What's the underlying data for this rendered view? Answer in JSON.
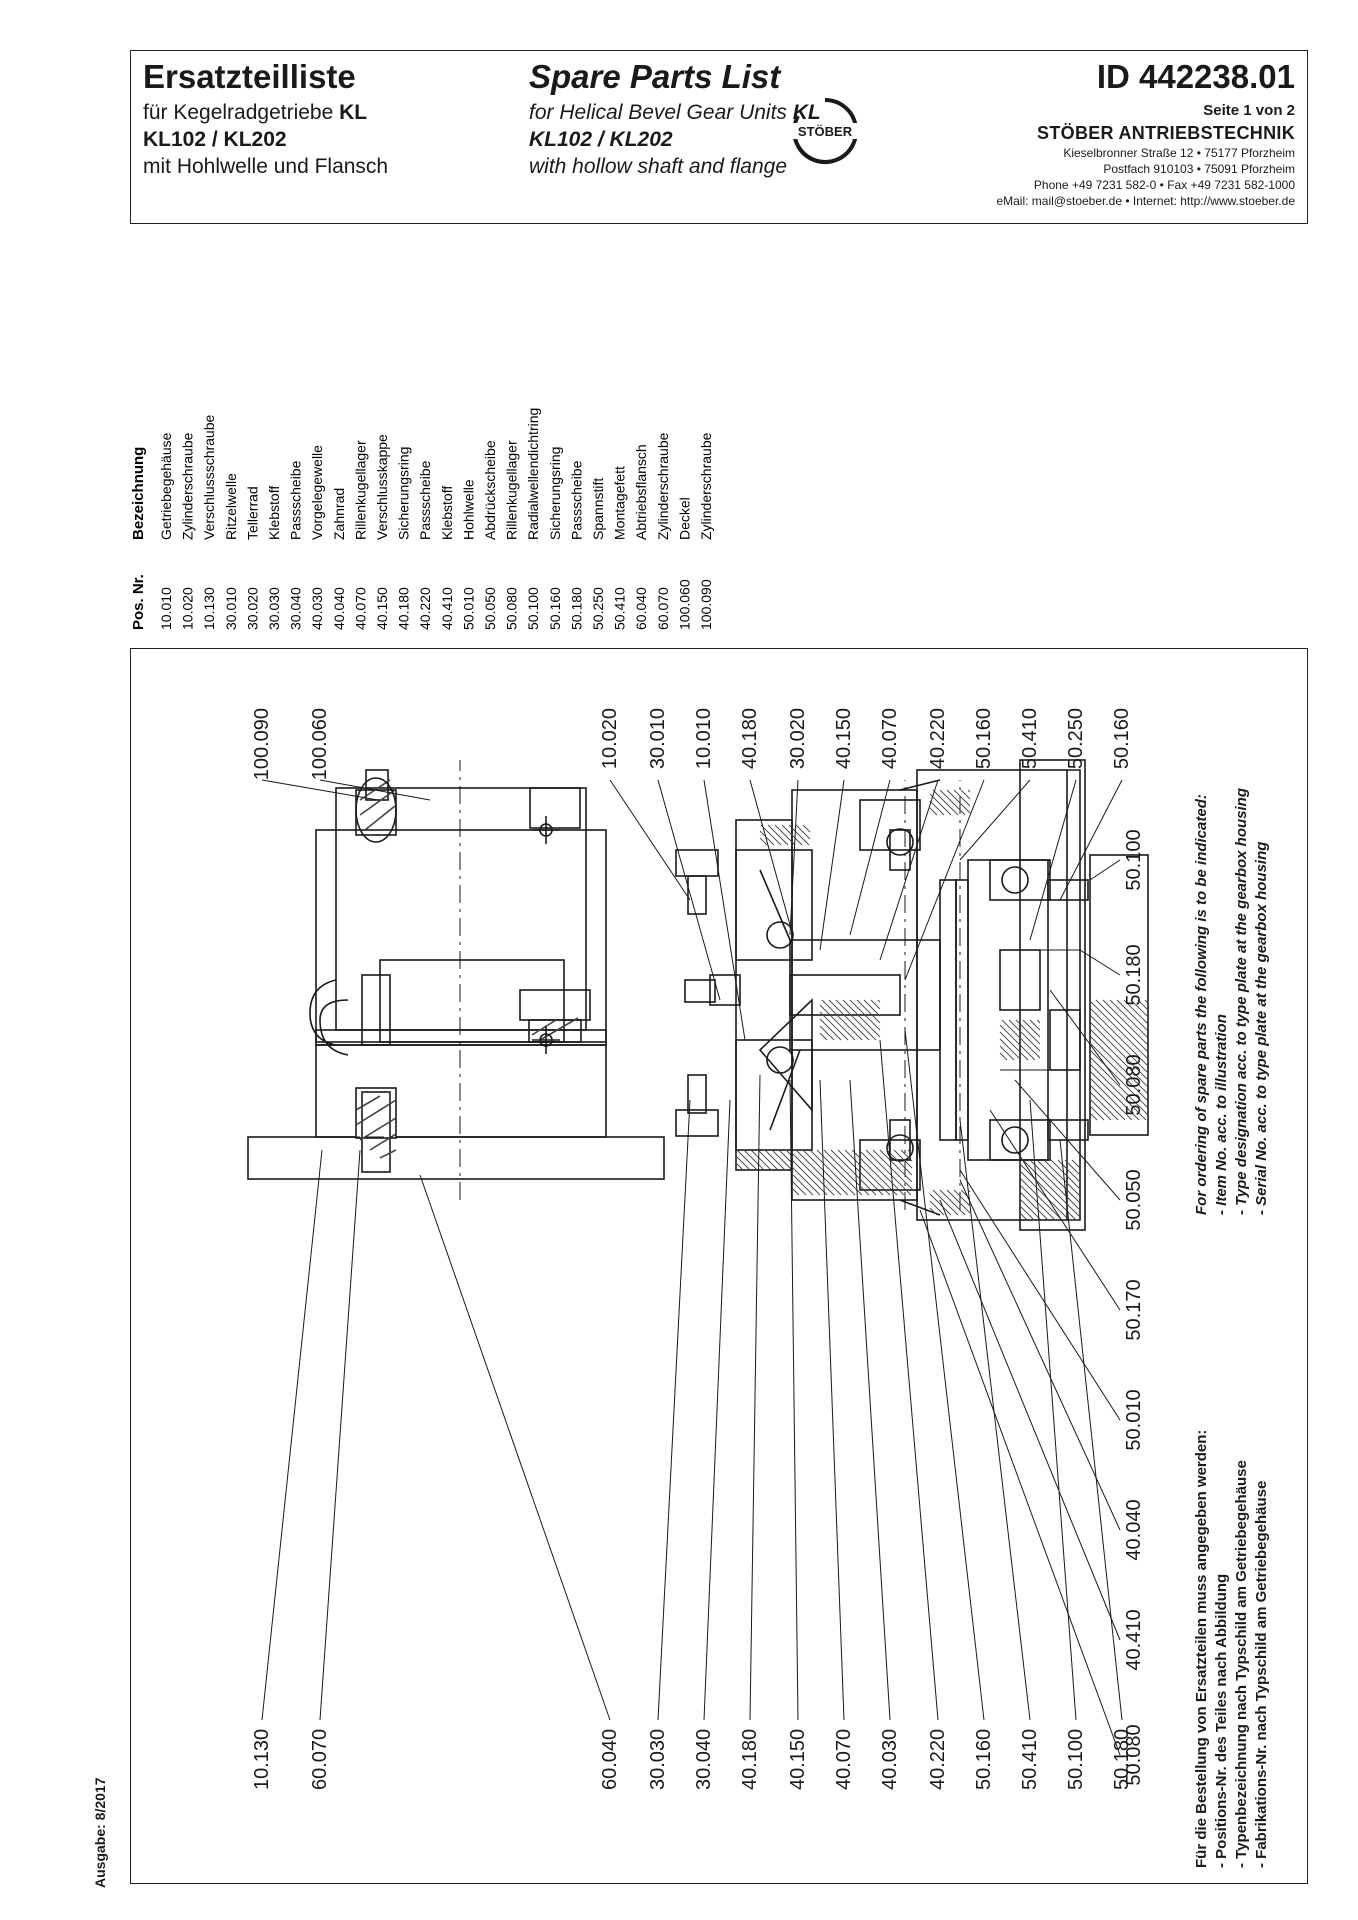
{
  "header": {
    "de_title": "Ersatzteilliste",
    "de_line1_pre": "für Kegelradgetriebe ",
    "de_line1_bold": "KL",
    "de_line2": "KL102 / KL202",
    "de_line3": "mit Hohlwelle und Flansch",
    "en_title": "Spare Parts List",
    "en_line1_pre": "for Helical Bevel Gear Units ",
    "en_line1_bold": "KL",
    "en_line2": "KL102 / KL202",
    "en_line3": "with hollow shaft and flange",
    "id": "ID 442238.01",
    "page": "Seite 1 von 2",
    "company": "STÖBER ANTRIEBSTECHNIK",
    "logo_text": "STÖBER",
    "address1": "Kieselbronner Straße 12 • 75177 Pforzheim",
    "address2": "Postfach 910103 • 75091 Pforzheim",
    "address3": "Phone +49 7231 582-0 • Fax +49 7231 582-1000",
    "address4": "eMail: mail@stoeber.de • Internet: http://www.stoeber.de"
  },
  "edition": "Ausgabe: 8/2017",
  "parts_table": {
    "col_pos": "Pos. Nr.",
    "col_desc": "Bezeichnung",
    "rows": [
      {
        "pos": "10.010",
        "desc": "Getriebegehäuse"
      },
      {
        "pos": "10.020",
        "desc": "Zylinderschraube"
      },
      {
        "pos": "10.130",
        "desc": "Verschlussschraube"
      },
      {
        "pos": "30.010",
        "desc": "Ritzelwelle"
      },
      {
        "pos": "30.020",
        "desc": "Tellerrad"
      },
      {
        "pos": "30.030",
        "desc": "Klebstoff"
      },
      {
        "pos": "30.040",
        "desc": "Passscheibe"
      },
      {
        "pos": "40.030",
        "desc": "Vorgelegewelle"
      },
      {
        "pos": "40.040",
        "desc": "Zahnrad"
      },
      {
        "pos": "40.070",
        "desc": "Rillenkugellager"
      },
      {
        "pos": "40.150",
        "desc": "Verschlusskappe"
      },
      {
        "pos": "40.180",
        "desc": "Sicherungsring"
      },
      {
        "pos": "40.220",
        "desc": "Passscheibe"
      },
      {
        "pos": "40.410",
        "desc": "Klebstoff"
      },
      {
        "pos": "50.010",
        "desc": "Hohlwelle"
      },
      {
        "pos": "50.050",
        "desc": "Abdrückscheibe"
      },
      {
        "pos": "50.080",
        "desc": "Rillenkugellager"
      },
      {
        "pos": "50.100",
        "desc": "Radialwellendichtring"
      },
      {
        "pos": "50.160",
        "desc": "Sicherungsring"
      },
      {
        "pos": "50.180",
        "desc": "Passscheibe"
      },
      {
        "pos": "50.250",
        "desc": "Spannstift"
      },
      {
        "pos": "50.410",
        "desc": "Montagefett"
      },
      {
        "pos": "60.040",
        "desc": "Abtriebsflansch"
      },
      {
        "pos": "60.070",
        "desc": "Zylinderschraube"
      },
      {
        "pos": "100.060",
        "desc": "Deckel"
      },
      {
        "pos": "100.090",
        "desc": "Zylinderschraube"
      }
    ]
  },
  "callouts_top": [
    "100.090",
    "100.060",
    "10.020",
    "30.010",
    "10.010",
    "40.180",
    "30.020",
    "40.150",
    "40.070",
    "40.220",
    "50.160",
    "50.410",
    "50.250",
    "50.160"
  ],
  "callouts_bottom": [
    "10.130",
    "60.070",
    "60.040",
    "30.030",
    "30.040",
    "40.180",
    "40.150",
    "40.070",
    "40.030",
    "40.220",
    "50.160",
    "50.410",
    "50.100",
    "50.180"
  ],
  "callouts_right": [
    "50.100",
    "50.180",
    "50.080",
    "50.050",
    "50.170",
    "50.010",
    "40.040",
    "40.410",
    "50.080"
  ],
  "ordering_de": {
    "title": "Für die Bestellung von Ersatzteilen muss angegeben werden:",
    "l1": "- Positions-Nr. des Teiles nach Abbildung",
    "l2": "- Typenbezeichnung nach Typschild am Getriebegehäuse",
    "l3": "- Fabrikations-Nr. nach Typschild am Getriebegehäuse"
  },
  "ordering_en": {
    "title": "For ordering of spare parts the following is to be indicated:",
    "l1": "- Item No. acc. to illustration",
    "l2": "- Type designation acc. to type plate at the gearbox housing",
    "l3": "- Serial No. acc. to type plate at the gearbox housing"
  },
  "colors": {
    "ink": "#1a1a1a",
    "hatch": "#444444"
  }
}
